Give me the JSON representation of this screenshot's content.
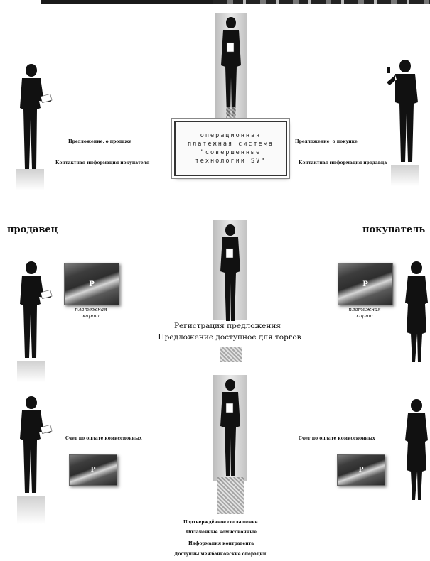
{
  "system": {
    "title": "операционная\nплатежная система\n\"совершенные\nтехнологии SV\""
  },
  "top_left": {
    "line1": "Предложение, о продаже",
    "line2": "Контактная информация покупателя"
  },
  "top_right": {
    "line1": "Предложение, о покупке",
    "line2": "Контактная информация продавца"
  },
  "roles": {
    "seller": "продавец",
    "buyer": "покупатель"
  },
  "card": {
    "symbol": "P",
    "caption": "платежная\nкарта"
  },
  "middle": {
    "line1": "Регистрация предложения",
    "line2": "Предложение доступное для торгов"
  },
  "invoice": {
    "left": "Счет по оплате комиссионных",
    "right": "Счет по оплате комиссионных"
  },
  "bottom": {
    "line1": "Подтверждённое соглашение",
    "line2": "Оплаченные комиссионные",
    "line3": "Информация контрагента",
    "line4": "Доступны межбанковские операции"
  }
}
